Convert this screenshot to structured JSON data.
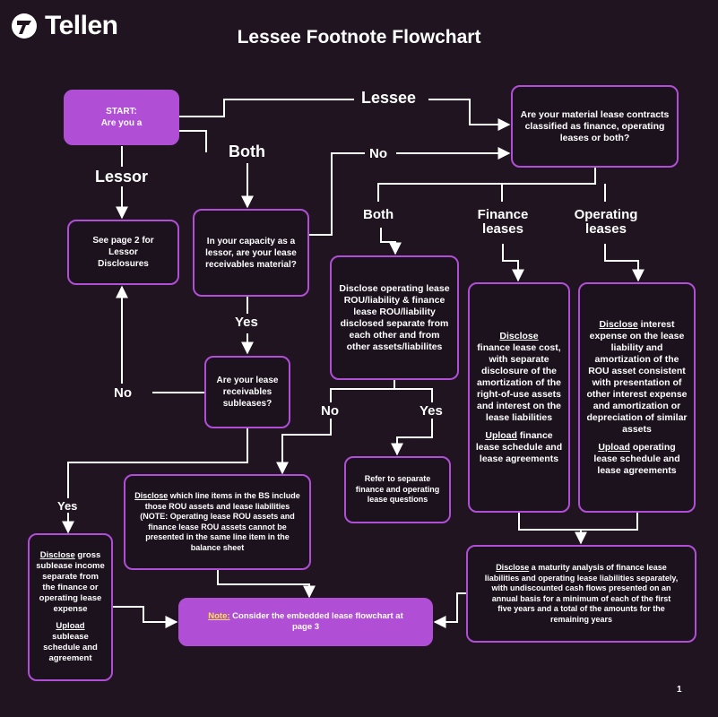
{
  "brand": {
    "name": "Tellen",
    "logo_icon": "tellen-logo-icon"
  },
  "title": "Lessee Footnote Flowchart",
  "colors": {
    "accent": "#b04ed6",
    "background": "#1f1420",
    "line": "#ffffff"
  },
  "nodes": {
    "start": {
      "prefix": "START:",
      "text": "Are you a"
    },
    "lessee_q": {
      "text": "Are your material lease contracts classified as finance, operating leases or both?"
    },
    "lessor_page": {
      "text": "See page 2 for Lessor Disclosures"
    },
    "capacity_q": {
      "text": "In your capacity as a lessor, are your lease receivables material?"
    },
    "subleases_q": {
      "text": "Are your lease receivables subleases?"
    },
    "both_disclose": {
      "text": "Disclose operating lease ROU/liability & finance lease ROU/liability disclosed separate from each other and from other assets/liabilites"
    },
    "refer": {
      "text": "Refer to separate finance and operating lease questions"
    },
    "finance": {
      "disclose_word": "Disclose",
      "disclose_text": "finance lease cost, with separate disclosure of the amortization of the right-of-use assets and interest on the lease liabilities",
      "upload_word": "Upload",
      "upload_text": "finance lease schedule and lease agreements"
    },
    "operating": {
      "disclose_word": "Disclose",
      "disclose_text": "interest expense on the lease liability and amortization of the ROU asset consistent with presentation of other interest expense and amortization or depreciation of similar assets",
      "upload_word": "Upload",
      "upload_text": "operating lease schedule and lease agreements"
    },
    "line_items": {
      "disclose_word": "Disclose",
      "text": "which line items in the BS include those ROU assets and lease liabilities (NOTE: Operating lease ROU assets and finance lease ROU assets cannot be presented in the same line item in the balance sheet"
    },
    "sublease": {
      "disclose_word": "Disclose",
      "disclose_text": "gross sublease income separate from the finance or operating lease expense",
      "upload_word": "Upload",
      "upload_text": "sublease schedule and agreement"
    },
    "maturity": {
      "disclose_word": "Disclose",
      "text": "a maturity analysis of finance lease liabilities and operating lease liabilities separately, with undiscounted cash flows presented on an annual basis for a minimum of each of the first five years and a total of the amounts for the remaining years"
    },
    "note": {
      "note_word": "Note:",
      "text": "Consider the embedded lease flowchart at page 3"
    }
  },
  "labels": {
    "lessee": "Lessee",
    "lessor": "Lessor",
    "both_top": "Both",
    "no_top": "No",
    "both_mid": "Both",
    "finance": "Finance leases",
    "operating": "Operating leases",
    "yes_mid": "Yes",
    "no_left": "No",
    "yes_left": "Yes",
    "no_center": "No",
    "yes_center": "Yes"
  },
  "page_number": "1"
}
